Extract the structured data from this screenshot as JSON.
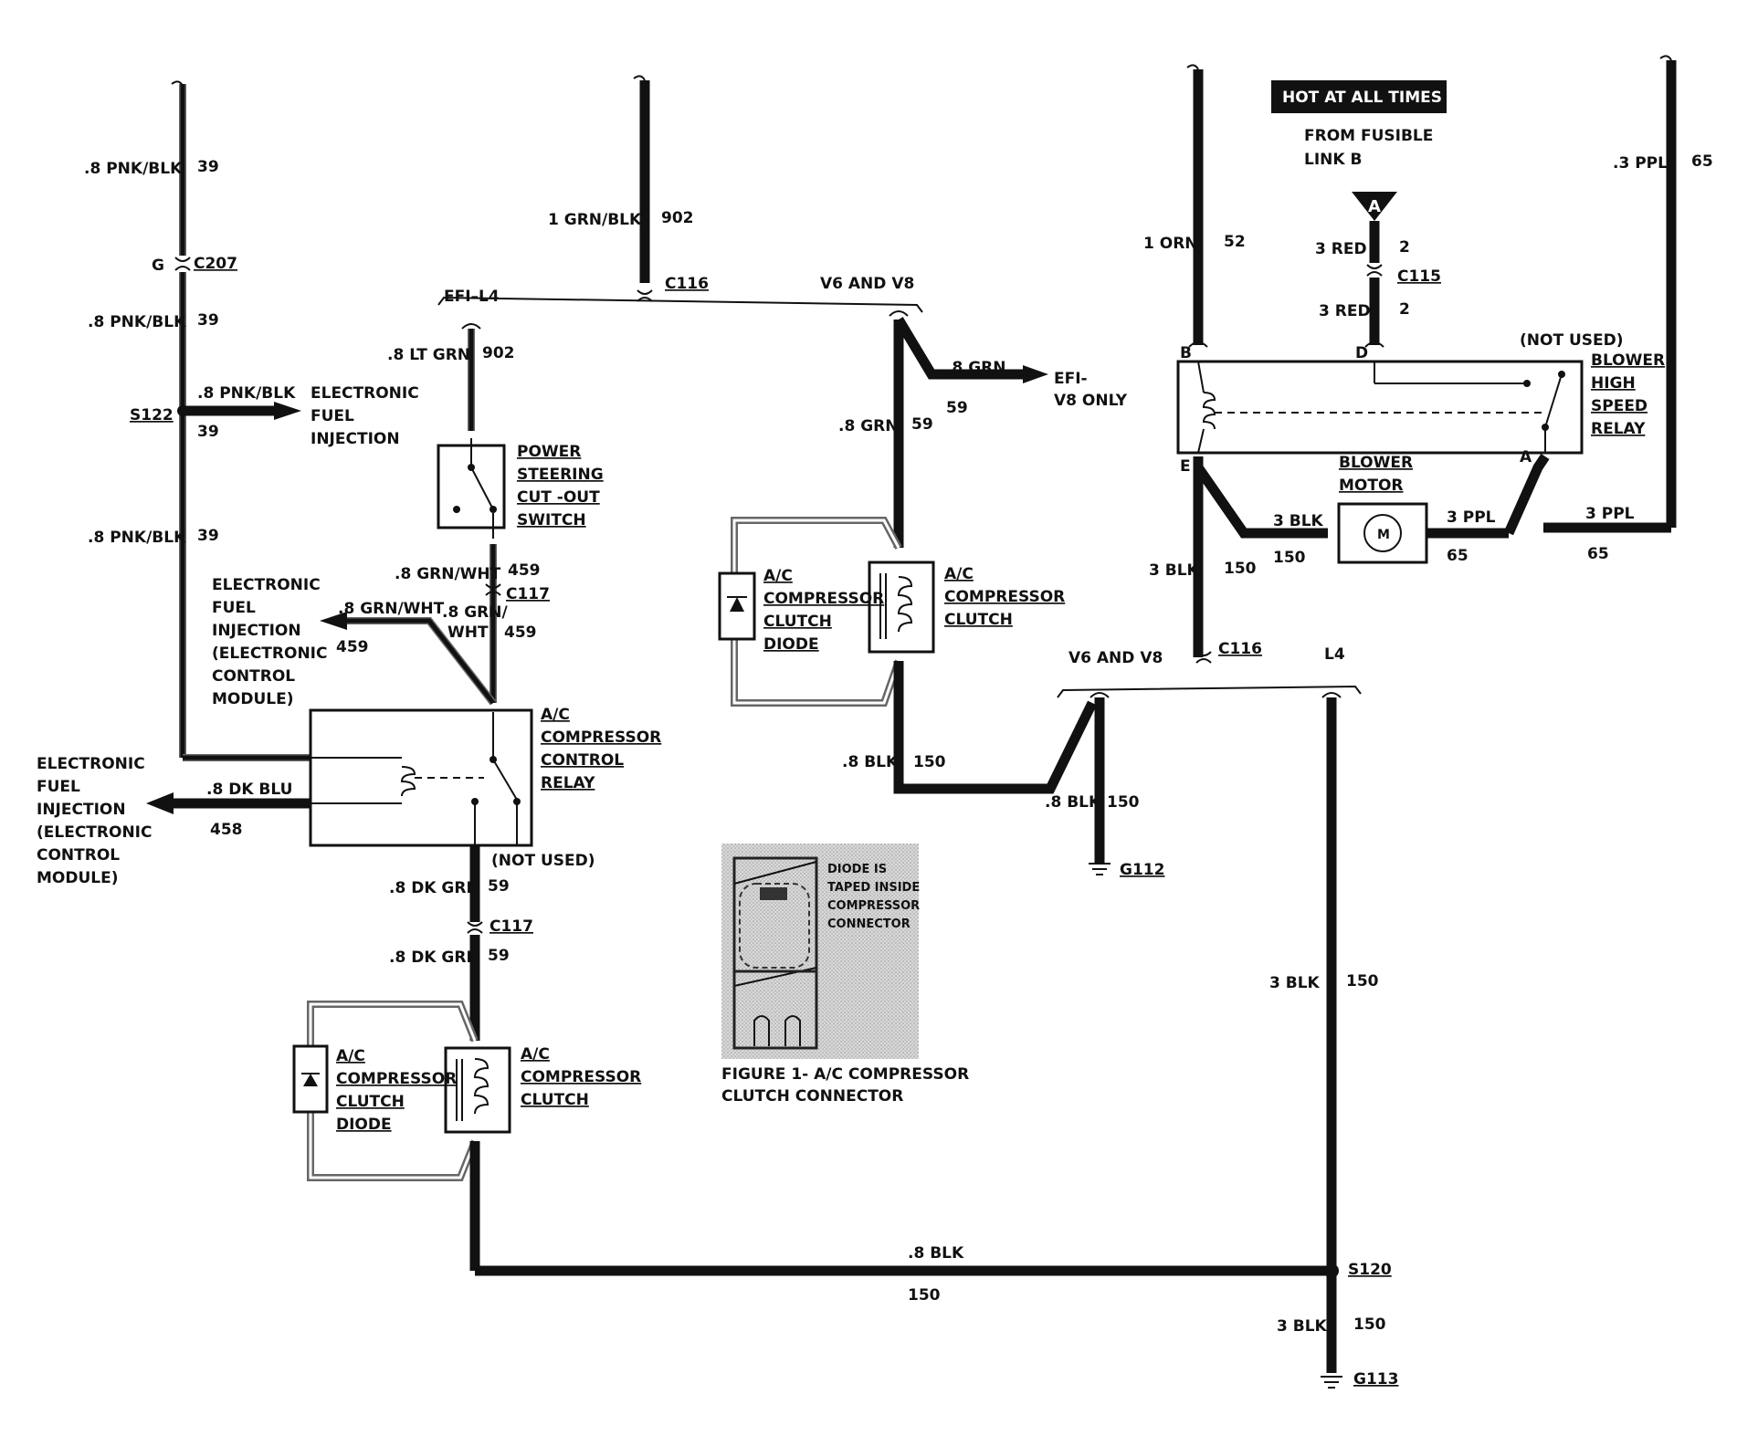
{
  "top_tag": {
    "hot_at_all_times": "HOT AT ALL TIMES",
    "from_fusible": "FROM FUSIBLE",
    "link_b": "LINK B",
    "fusible_letter": "A"
  },
  "left_wire": {
    "w1": ".8 PNK/BLK",
    "c1": "39",
    "g": "G",
    "c207": "C207",
    "w2": ".8 PNK/BLK",
    "c2": "39",
    "s122": "S122",
    "branch_wire": ".8 PNK/BLK",
    "branch_circuit": "39",
    "efi_1": "ELECTRONIC",
    "efi_2": "FUEL",
    "efi_3": "INJECTION",
    "w3": ".8 PNK/BLK",
    "c3": "39"
  },
  "top_mid": {
    "w": "1 GRN/BLK",
    "c": "902",
    "c116": "C116",
    "efi_l4": "EFI–L4",
    "v6v8": "V6 AND V8"
  },
  "ps_switch": {
    "wire": ".8 LT GRN",
    "circuit": "902",
    "l1": "POWER",
    "l2": "STEERING",
    "l3": "CUT -OUT",
    "l4": "SWITCH",
    "w_below": ".8 GRN/WHT",
    "c_below": "459",
    "c117": "C117"
  },
  "efi_ecm_top": {
    "l1": "ELECTRONIC",
    "l2": "FUEL",
    "l3": "INJECTION",
    "l4": "(ELECTRONIC",
    "l5": "CONTROL",
    "l6": "MODULE)",
    "wire": ".8 GRN/WHT",
    "circuit": "459",
    "wire2a": ".8 GRN/",
    "wire2b": "WHT",
    "circuit2": "459"
  },
  "relay": {
    "l1": "A/C",
    "l2": "COMPRESSOR",
    "l3": "CONTROL",
    "l4": "RELAY",
    "not_used": "(NOT USED)"
  },
  "efi_ecm_left": {
    "l1": "ELECTRONIC",
    "l2": "FUEL",
    "l3": "INJECTION",
    "l4": "(ELECTRONIC",
    "l5": "CONTROL",
    "l6": "MODULE)",
    "wire": ".8 DK BLU",
    "circuit": "458"
  },
  "lower_left": {
    "w1": ".8 DK GRN",
    "c1": "59",
    "c117": "C117",
    "w2": ".8 DK GRN",
    "c2": "59",
    "diode_1": "A/C",
    "diode_2": "COMPRESSOR",
    "diode_3": "CLUTCH",
    "diode_4": "DIODE",
    "clutch_1": "A/C",
    "clutch_2": "COMPRESSOR",
    "clutch_3": "CLUTCH"
  },
  "mid": {
    "grn_branch": ".8 GRN",
    "grn_branch_c": "59",
    "efi_v8_1": "EFI-",
    "efi_v8_2": "V8 ONLY",
    "grn": ".8 GRN",
    "grn_c": "59",
    "diode_1": "A/C",
    "diode_2": "COMPRESSOR",
    "diode_3": "CLUTCH",
    "diode_4": "DIODE",
    "clutch_1": "A/C",
    "clutch_2": "COMPRESSOR",
    "clutch_3": "CLUTCH",
    "blk": ".8 BLK",
    "blk_c": "150"
  },
  "ground": {
    "c116": "C116",
    "v6v8": "V6 AND V8",
    "l4": "L4",
    "g112_wire": ".8 BLK",
    "g112_c": "150",
    "g112": "G112",
    "blk3": "3 BLK",
    "blk3_c": "150",
    "s120": "S120",
    "bottom_blk": ".8 BLK",
    "bottom_c": "150",
    "g113_wire": "3 BLK",
    "g113_c": "150",
    "g113": "G113"
  },
  "right": {
    "orn": "1 ORN",
    "orn_c": "52",
    "red_top": "3 RED",
    "red_top_c": "2",
    "c115": "C115",
    "red_bot": "3 RED",
    "red_bot_c": "2",
    "ppl_top": ".3 PPL",
    "ppl_top_c": "65",
    "not_used": "(NOT USED)",
    "pin_b": "B",
    "pin_d": "D",
    "pin_e": "E",
    "pin_a": "A",
    "relay_1": "BLOWER",
    "relay_2": "HIGH",
    "relay_3": "SPEED",
    "relay_4": "RELAY",
    "motor_1": "BLOWER",
    "motor_2": "MOTOR",
    "motor_m": "M",
    "blk_left": "3 BLK",
    "blk_left_c": "150",
    "ppl_mid": "3 PPL",
    "ppl_mid_c": "65",
    "ppl_right": "3 PPL",
    "ppl_right_c": "65",
    "blk_down": "3 BLK",
    "blk_down_c": "150"
  },
  "figure": {
    "note_1": "DIODE IS",
    "note_2": "TAPED INSIDE",
    "note_3": "COMPRESSOR",
    "note_4": "CONNECTOR",
    "cap_1": "FIGURE 1- A/C COMPRESSOR",
    "cap_2": "CLUTCH CONNECTOR"
  }
}
